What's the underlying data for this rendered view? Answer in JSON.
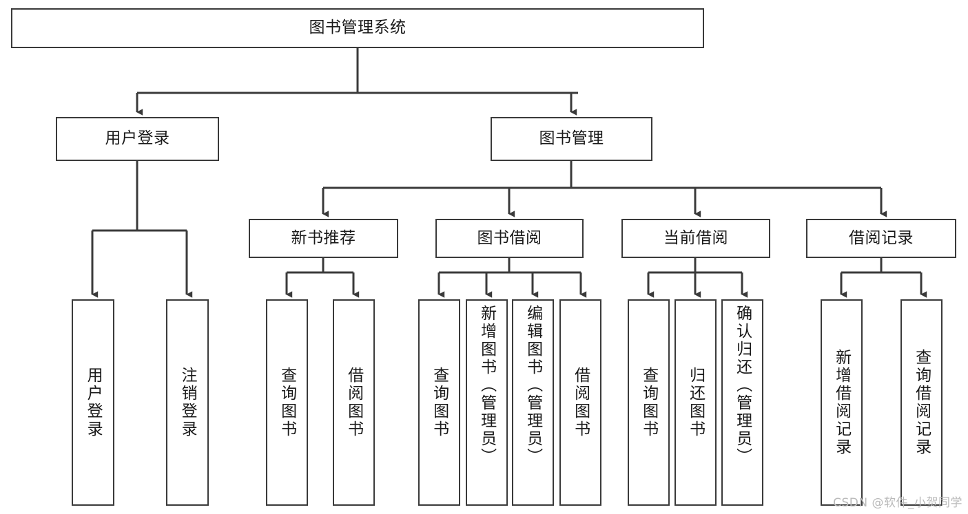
{
  "diagram": {
    "title": "图书管理系统",
    "type": "tree",
    "watermark": "CSDN @软件_小贺同学",
    "colors": {
      "box_border": "#3a3a3a",
      "box_fill": "#ffffff",
      "connector": "#3a3a3a",
      "text": "#1a1a1a",
      "watermark": "#b9b9b9",
      "background": "#ffffff"
    },
    "nodes": {
      "root": {
        "label": "图书管理系统"
      },
      "level2": [
        {
          "id": "user-login",
          "label": "用户登录"
        },
        {
          "id": "book-manage",
          "label": "图书管理"
        }
      ],
      "level3": [
        {
          "id": "new-book-recommend",
          "label": "新书推荐"
        },
        {
          "id": "book-borrow",
          "label": "图书借阅"
        },
        {
          "id": "current-borrow",
          "label": "当前借阅"
        },
        {
          "id": "borrow-record",
          "label": "借阅记录"
        }
      ],
      "leaves": {
        "user_login": [
          {
            "id": "leaf-user-login",
            "label": "用户登录"
          },
          {
            "id": "leaf-user-logout",
            "label": "注销登录"
          }
        ],
        "new_book_recommend": [
          {
            "id": "leaf-query-book-1",
            "label": "查询图书"
          },
          {
            "id": "leaf-borrow-book-1",
            "label": "借阅图书"
          }
        ],
        "book_borrow": [
          {
            "id": "leaf-query-book-2",
            "label": "查询图书"
          },
          {
            "id": "leaf-add-book",
            "label": "新增图书（管理员）"
          },
          {
            "id": "leaf-edit-book",
            "label": "编辑图书（管理员）"
          },
          {
            "id": "leaf-borrow-book-2",
            "label": "借阅图书"
          }
        ],
        "current_borrow": [
          {
            "id": "leaf-query-book-3",
            "label": "查询图书"
          },
          {
            "id": "leaf-return-book",
            "label": "归还图书"
          },
          {
            "id": "leaf-confirm-return",
            "label": "确认归还（管理员）"
          }
        ],
        "borrow_record": [
          {
            "id": "leaf-add-record",
            "label": "新增借阅记录"
          },
          {
            "id": "leaf-query-record",
            "label": "查询借阅记录"
          }
        ]
      }
    }
  }
}
